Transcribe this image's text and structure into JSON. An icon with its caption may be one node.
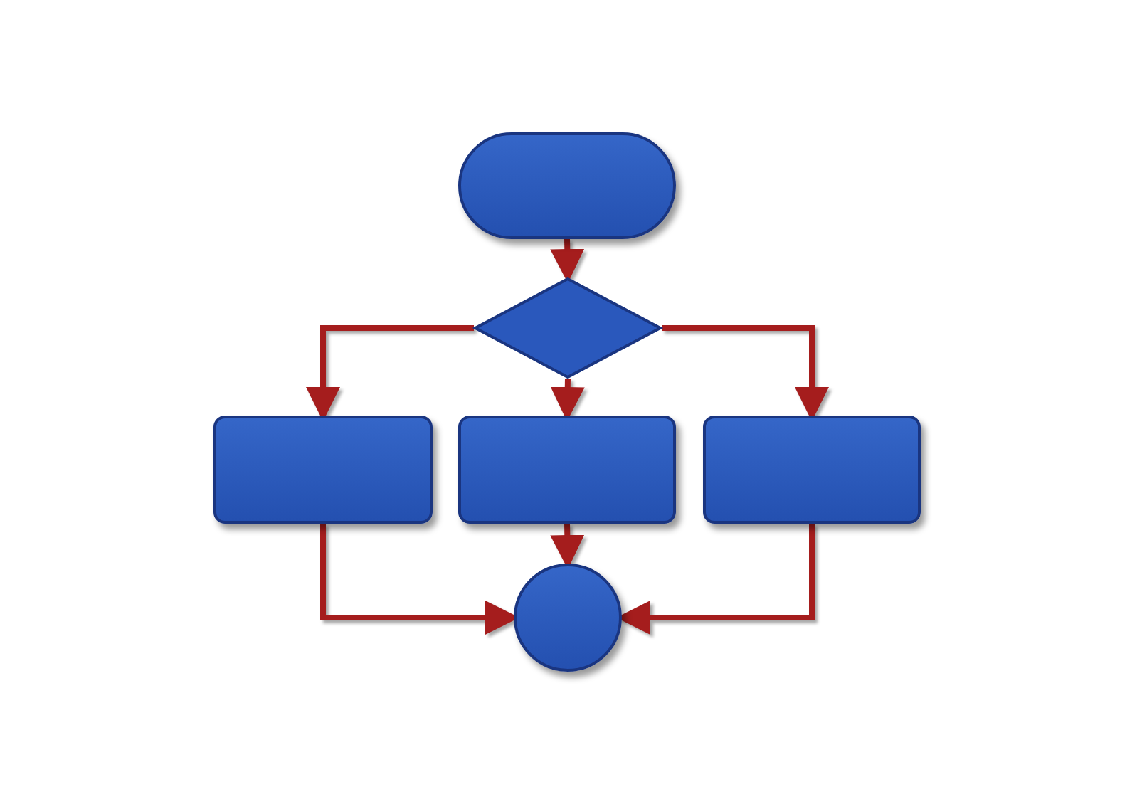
{
  "diagram": {
    "nodes": [
      {
        "text": [],
        "shape": "pill"
      },
      {
        "text": [],
        "shape": "diamond"
      },
      {
        "text": [],
        "shape": "box"
      },
      {
        "text": [],
        "shape": "box"
      },
      {
        "text": [],
        "shape": "box"
      },
      {
        "text": [],
        "shape": "circle"
      }
    ],
    "edges": [
      {
        "from": 0,
        "to": 1,
        "arrow": "to"
      },
      {
        "from": 1,
        "to": 2,
        "arrow": "to"
      },
      {
        "from": 1,
        "to": 3,
        "arrow": "to"
      },
      {
        "from": 1,
        "to": 4,
        "arrow": "to"
      },
      {
        "from": 2,
        "to": 5,
        "arrow": "to"
      },
      {
        "from": 3,
        "to": 5,
        "arrow": "to"
      },
      {
        "from": 4,
        "to": 5,
        "arrow": "to"
      }
    ]
  }
}
